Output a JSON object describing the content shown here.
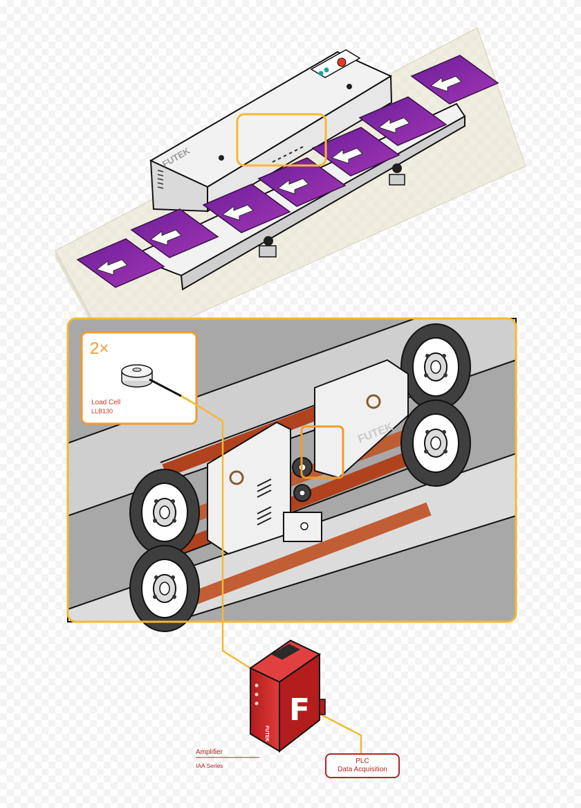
{
  "brand": {
    "name": "FUTEK",
    "amp_brand": "FUTEK"
  },
  "colors": {
    "highlight_orange": "#f6b833",
    "callout_orange": "#f29a2e",
    "belt_brown": "#b0421e",
    "card_purple": "#8e2aa8",
    "amplifier_red": "#d42a2a",
    "label_red": "#b52222"
  },
  "load_cell_callout": {
    "count": "2×",
    "name": "Load Cell",
    "model": "LLB130"
  },
  "amplifier": {
    "name": "Amplifier",
    "series": "IAA Series",
    "logo_letter": "F"
  },
  "plc": {
    "line1": "PLC",
    "line2": "Data Acquisition"
  },
  "conveyor": {
    "cards": 7,
    "arrow_direction": "down-left"
  },
  "icons": [
    "arrow-icon",
    "stop-button-icon",
    "indicator-light-icon",
    "load-cell-icon"
  ]
}
